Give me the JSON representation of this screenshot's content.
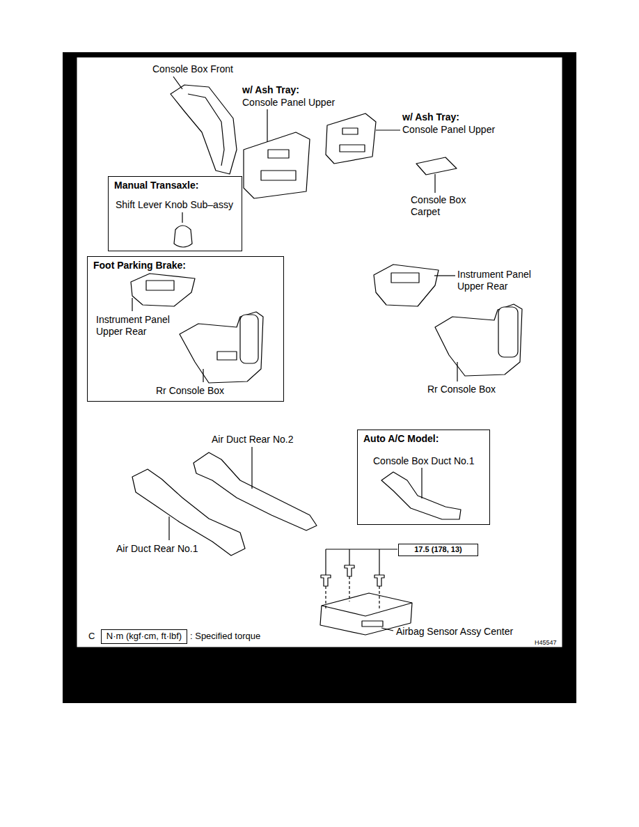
{
  "diagram": {
    "nodes": [
      {
        "text": [
          "Manual Transaxle:",
          "Shift Lever Knob Sub–assy"
        ]
      },
      {
        "text": [
          "Foot Parking Brake:",
          "Instrument Panel Upper Rear",
          "Rr Console Box"
        ]
      },
      {
        "text": [
          "Auto A/C Model:",
          "Console Box Duct No.1"
        ]
      },
      {
        "text": [
          "17.5 (178, 13)"
        ]
      },
      {
        "text": [
          "N·m (kgf·cm, ft·lbf)"
        ]
      }
    ],
    "edges": [],
    "labels": [
      "Console Box Front",
      "w/ Ash Tray:",
      "Console Panel Upper",
      "w/ Ash Tray:",
      "Console Panel Upper",
      "Console Box Carpet",
      "Instrument Panel Upper Rear",
      "Rr Console Box",
      "Air Duct Rear No.2",
      "Air Duct Rear No.1",
      "Airbag Sensor Assy Center",
      "C",
      ": Specified torque",
      "H45547"
    ]
  }
}
